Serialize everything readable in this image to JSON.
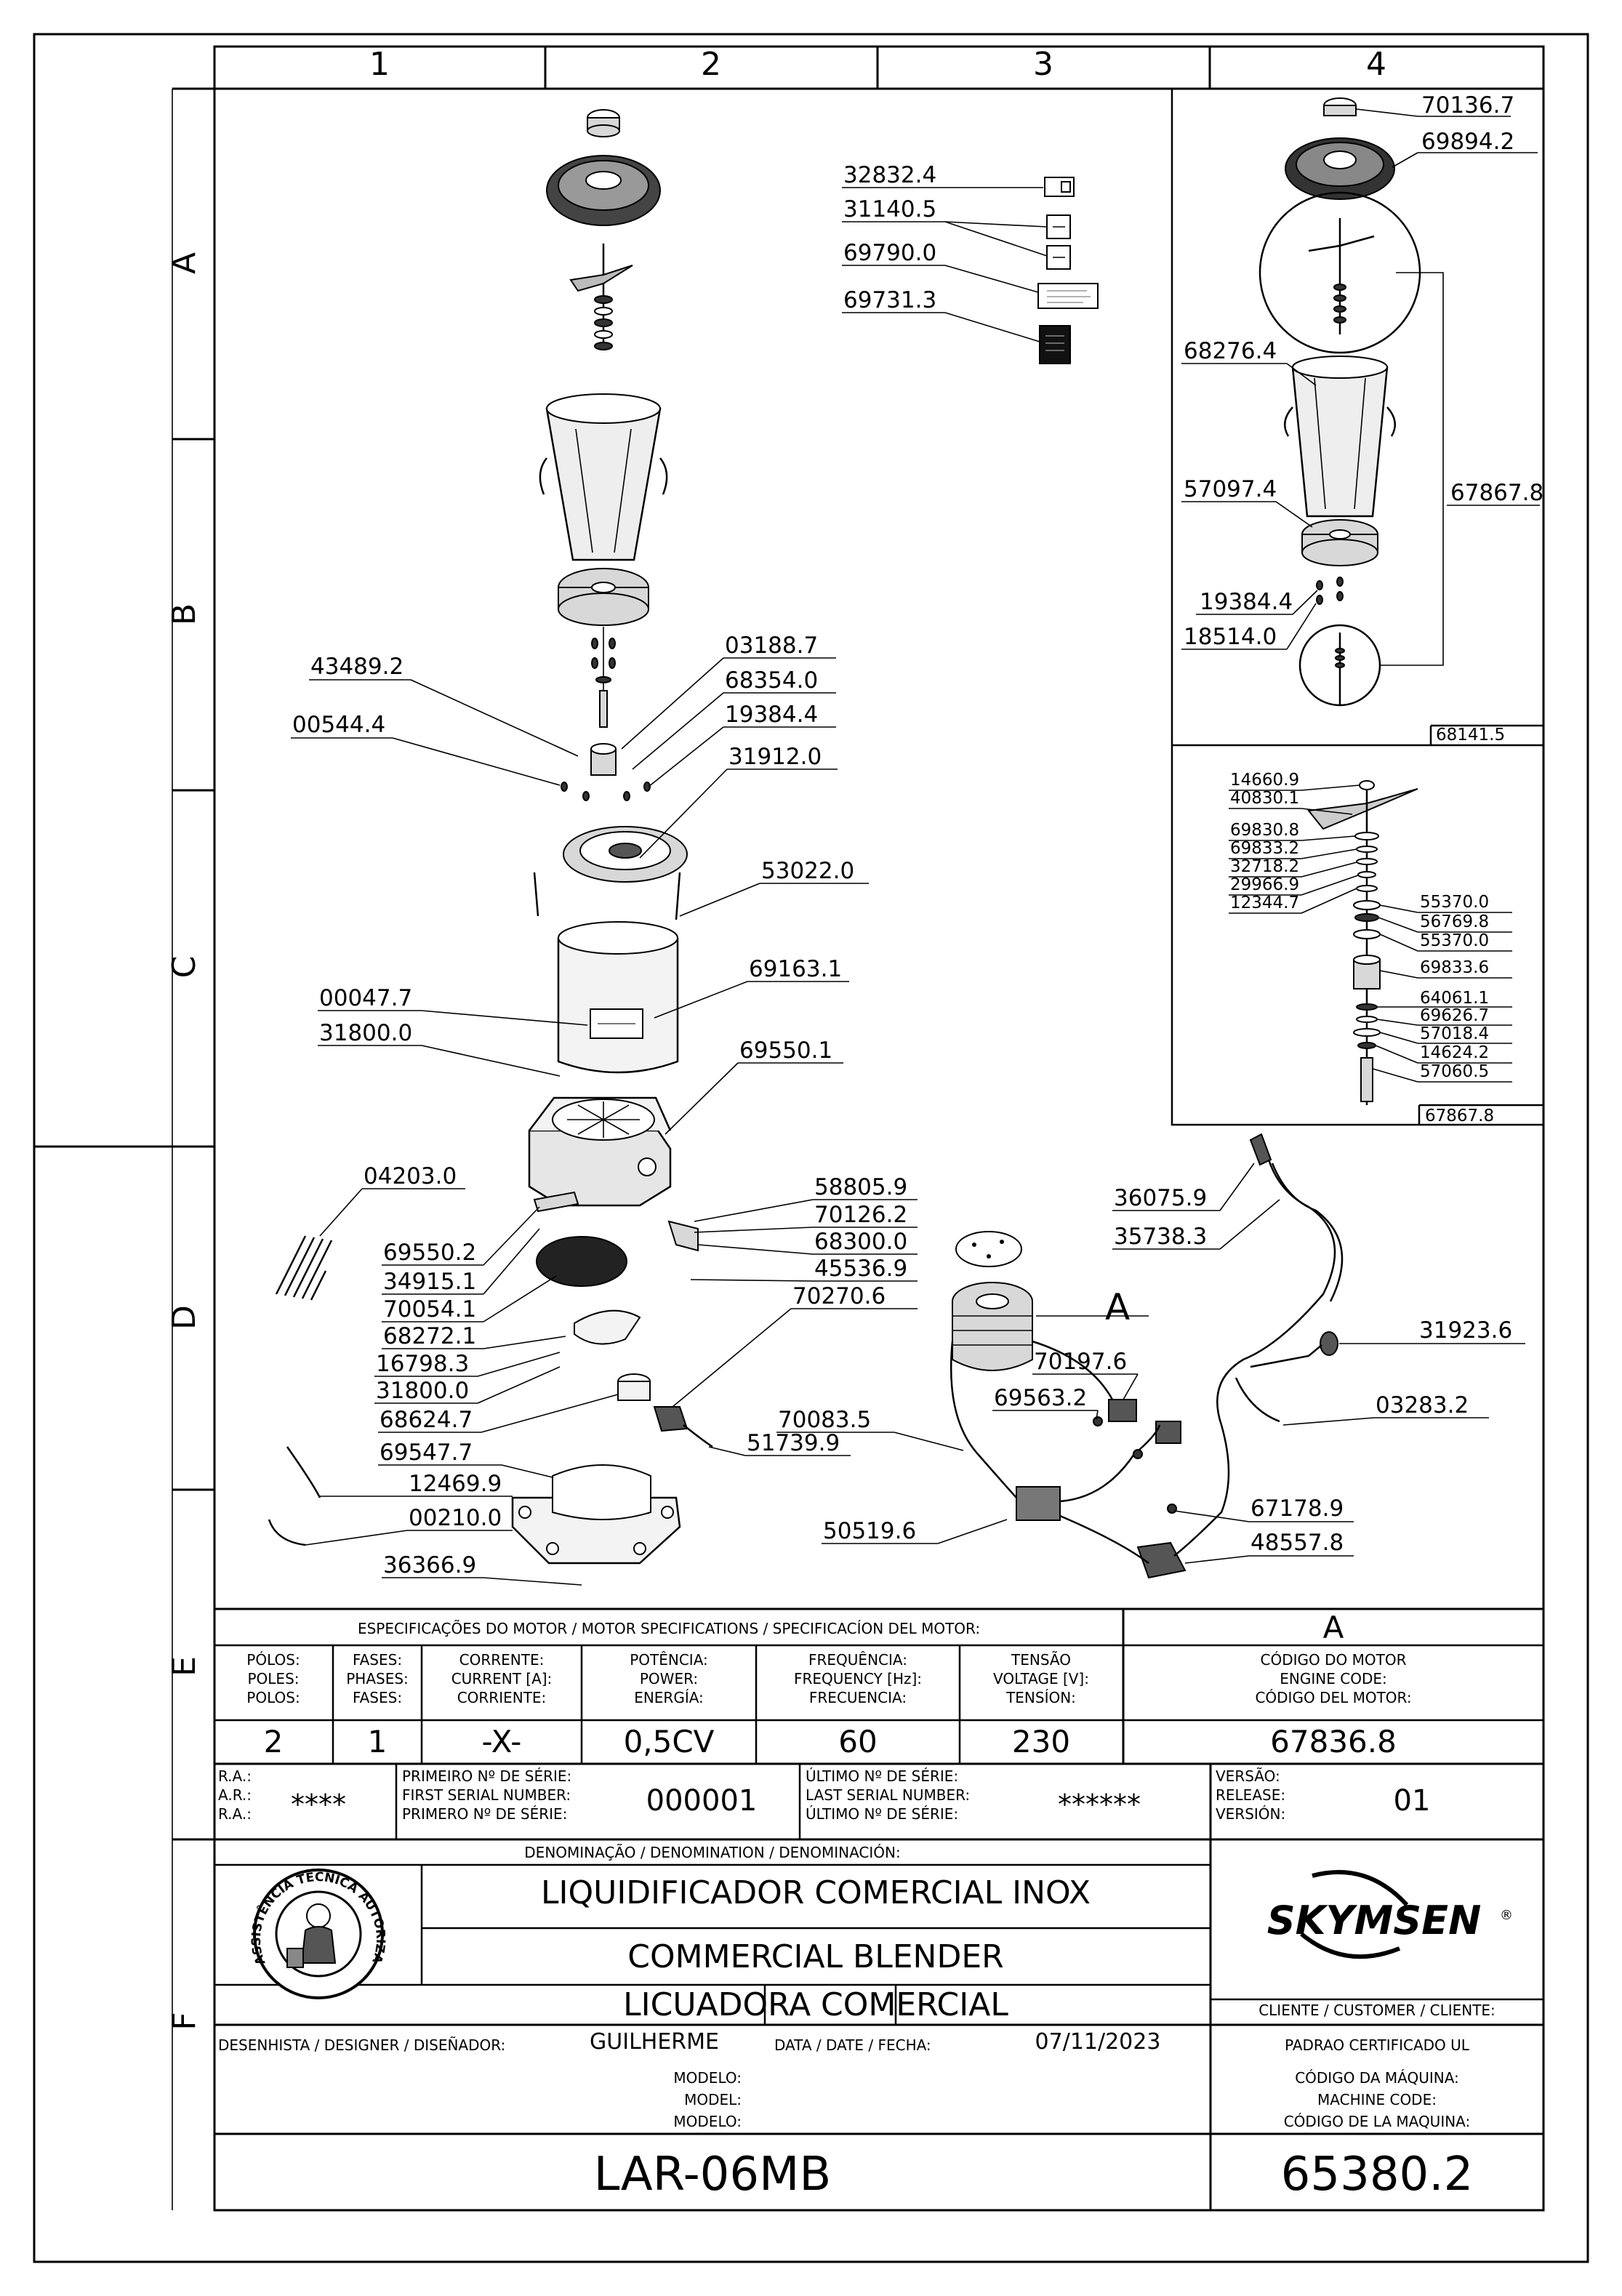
{
  "grid": {
    "columns": [
      "1",
      "2",
      "3",
      "4"
    ],
    "rows": [
      "A",
      "B",
      "C",
      "D",
      "E",
      "F"
    ]
  },
  "detail": {
    "label": "A",
    "group_code_upper": "68141.5",
    "group_code_lower": "67867.8",
    "upper_parts": [
      "70136.7",
      "69894.2",
      "68276.4",
      "67867.8",
      "57097.4",
      "19384.4",
      "18514.0"
    ],
    "lower_parts_left": [
      "14660.9",
      "40830.1",
      "69830.8",
      "69833.2",
      "32718.2",
      "29966.9",
      "12344.7"
    ],
    "lower_parts_right": [
      "55370.0",
      "56769.8",
      "55370.0",
      "69833.6",
      "64061.1",
      "69626.7",
      "57018.4",
      "14624.2",
      "57060.5"
    ]
  },
  "labels_box": [
    "32832.4",
    "31140.5",
    "69790.0",
    "69731.3"
  ],
  "main_parts": {
    "left": [
      "43489.2",
      "00544.4",
      "00047.7",
      "31800.0",
      "04203.0",
      "69550.2",
      "34915.1",
      "70054.1",
      "68272.1",
      "16798.3",
      "31800.0",
      "68624.7",
      "69547.7",
      "12469.9",
      "00210.0",
      "36366.9"
    ],
    "right": [
      "03188.7",
      "68354.0",
      "19384.4",
      "31912.0",
      "53022.0",
      "69163.1",
      "69550.1",
      "58805.9",
      "70126.2",
      "68300.0",
      "45536.9",
      "70270.6",
      "51739.9",
      "70083.5",
      "50519.6"
    ]
  },
  "wiring_parts": [
    "36075.9",
    "35738.3",
    "31923.6",
    "03283.2",
    "70197.6",
    "69563.2",
    "67178.9",
    "48557.8"
  ],
  "motor_specs": {
    "title": "ESPECIFICAÇÕES DO MOTOR / MOTOR SPECIFICATIONS / SPECIFICACÍON DEL MOTOR:",
    "headers": [
      [
        "PÓLOS:",
        "POLES:",
        "POLOS:"
      ],
      [
        "FASES:",
        "PHASES:",
        "FASES:"
      ],
      [
        "CORRENTE:",
        "CURRENT [A]:",
        "CORRIENTE:"
      ],
      [
        "POTÊNCIA:",
        "POWER:",
        "ENERGÍA:"
      ],
      [
        "FREQUÊNCIA:",
        "FREQUENCY [Hz]:",
        "FRECUENCIA:"
      ],
      [
        "TENSÃO",
        "VOLTAGE [V]:",
        "TENSÍON:"
      ]
    ],
    "values": [
      "2",
      "1",
      "-X-",
      "0,5CV",
      "60",
      "230"
    ],
    "motor_code_heading": "A",
    "motor_code_labels": [
      "CÓDIGO DO MOTOR",
      "ENGINE CODE:",
      "CÓDIGO DEL MOTOR:"
    ],
    "motor_code": "67836.8"
  },
  "serial": {
    "ra_labels": [
      "R.A.:",
      "A.R.:",
      "R.A.:"
    ],
    "ra_value": "****",
    "first_labels": [
      "PRIMEIRO Nº DE SÉRIE:",
      "FIRST SERIAL NUMBER:",
      "PRIMERO Nº DE SÉRIE:"
    ],
    "first_value": "000001",
    "last_labels": [
      "ÚLTIMO Nº DE SÉRIE:",
      "LAST SERIAL NUMBER:",
      "ÚLTIMO Nº DE SÉRIE:"
    ],
    "last_value": "******",
    "version_labels": [
      "VERSÃO:",
      "RELEASE:",
      "VERSIÓN:"
    ],
    "version_value": "01"
  },
  "denomination": {
    "heading": "DENOMINAÇÃO / DENOMINATION / DENOMINACIÓN:",
    "pt": "LIQUIDIFICADOR COMERCIAL INOX",
    "en": "COMMERCIAL BLENDER",
    "es": "LICUADORA COMERCIAL"
  },
  "stamp": {
    "text": "ASSISTÊNCIA TÉCNICA AUTORIZADA"
  },
  "brand": {
    "logo": "SKYMSEN",
    "mark": "®",
    "client_label": "CLIENTE / CUSTOMER / CLIENTE:",
    "client_value": "PADRAO CERTIFICADO UL"
  },
  "designer": {
    "label": "DESENHISTA / DESIGNER / DISEÑADOR:",
    "value": "GUILHERME",
    "date_label": "DATA / DATE / FECHA:",
    "date_value": "07/11/2023"
  },
  "model": {
    "labels": [
      "MODELO:",
      "MODEL:",
      "MODELO:"
    ],
    "value": "LAR-06MB"
  },
  "machine": {
    "labels": [
      "CÓDIGO DA MÁQUINA:",
      "MACHINE CODE:",
      "CÓDIGO DE LA MAQUINA:"
    ],
    "value": "65380.2"
  }
}
